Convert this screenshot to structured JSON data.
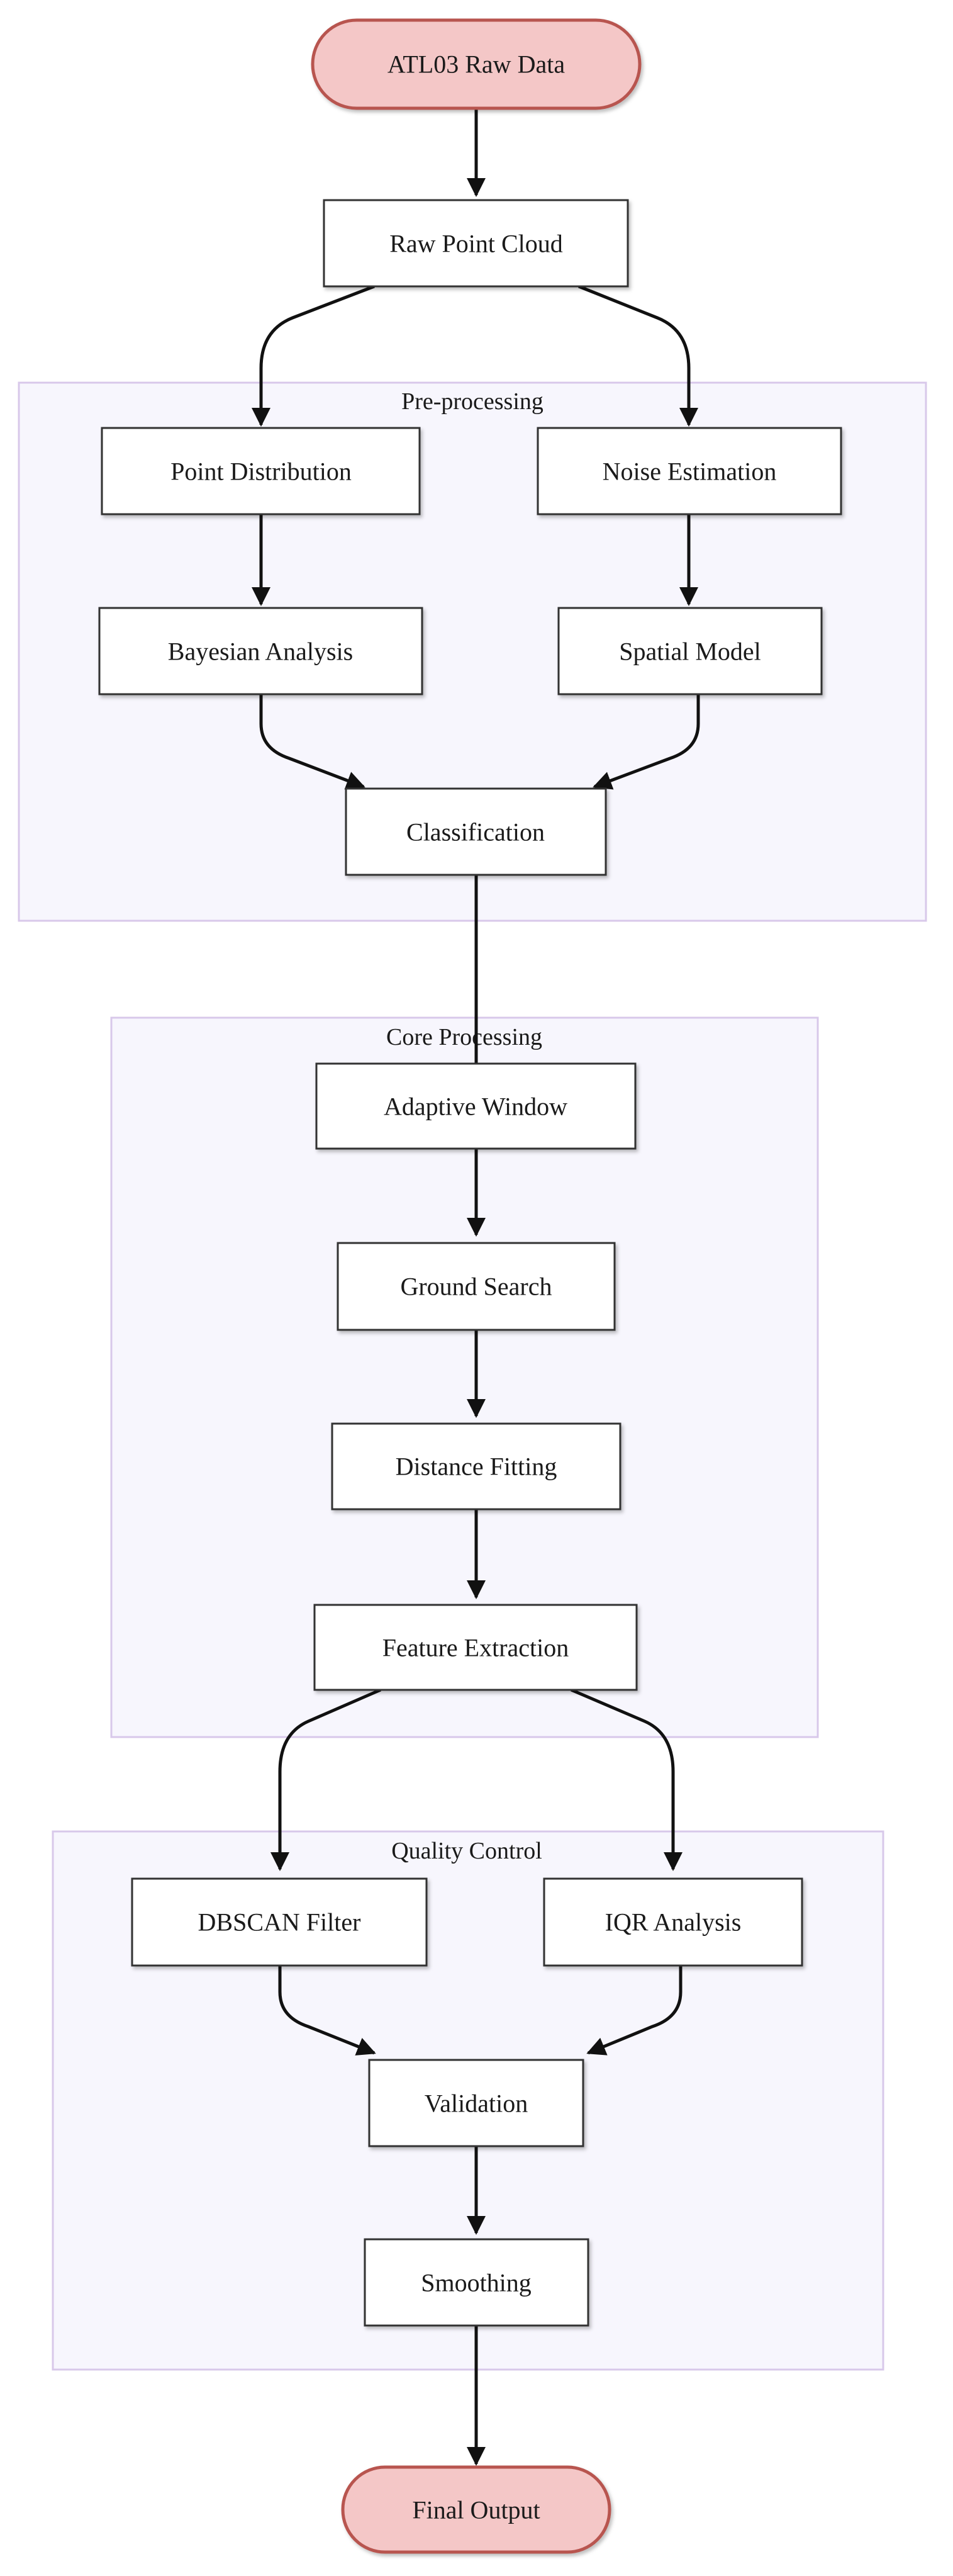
{
  "groups": {
    "preprocessing": {
      "title": "Pre-processing"
    },
    "core": {
      "title": "Core Processing"
    },
    "quality": {
      "title": "Quality Control"
    }
  },
  "nodes": {
    "raw_data": "ATL03 Raw Data",
    "raw_point_cloud": "Raw Point Cloud",
    "point_distribution": "Point Distribution",
    "noise_estimation": "Noise Estimation",
    "bayesian_analysis": "Bayesian Analysis",
    "spatial_model": "Spatial Model",
    "classification": "Classification",
    "adaptive_window": "Adaptive Window",
    "ground_search": "Ground Search",
    "distance_fitting": "Distance Fitting",
    "feature_extraction": "Feature Extraction",
    "dbscan_filter": "DBSCAN Filter",
    "iqr_analysis": "IQR Analysis",
    "validation": "Validation",
    "smoothing": "Smoothing",
    "final_output": "Final Output"
  },
  "colors": {
    "terminal_fill": "#f4c7c7",
    "terminal_stroke": "#b85450",
    "group_fill": "#f7f6fd",
    "group_stroke": "#d8c8ea",
    "node_fill": "#ffffff",
    "node_stroke": "#333333",
    "edge": "#111111"
  }
}
